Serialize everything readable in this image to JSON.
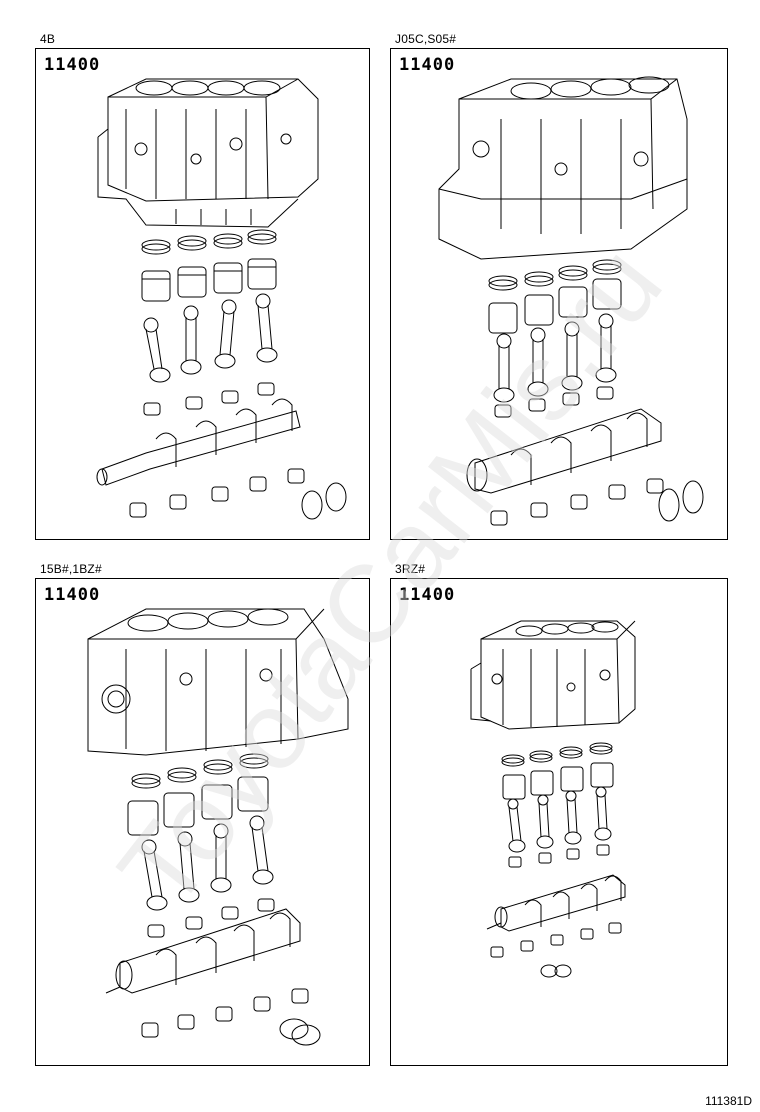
{
  "panels": [
    {
      "engine": "4B",
      "part_number": "11400"
    },
    {
      "engine": "J05C,S05#",
      "part_number": "11400"
    },
    {
      "engine": "15B#,1BZ#",
      "part_number": "11400"
    },
    {
      "engine": "3RZ#",
      "part_number": "11400"
    }
  ],
  "illustration_id": "111381D",
  "watermark": "ToyotaCarMis.ru",
  "colors": {
    "line": "#000000",
    "background": "#ffffff",
    "watermark": "#dcdcdc"
  }
}
